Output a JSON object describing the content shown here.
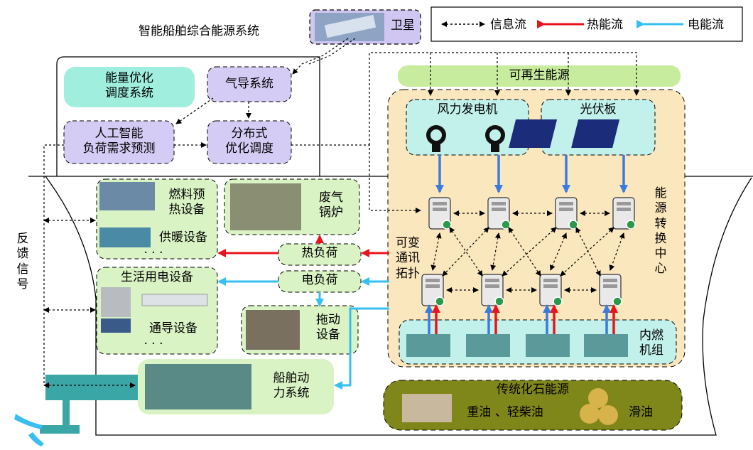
{
  "title": "智能船舶综合能源系统",
  "satellite_label": "卫星",
  "legend": {
    "info": "信息流",
    "heat": "热能流",
    "elec": "电能流",
    "colors": {
      "info": "#000000",
      "heat": "#e8141c",
      "elec": "#36bff0"
    }
  },
  "control": {
    "energy_opt": "能量优化\n调度系统",
    "weather": "气导系统",
    "ai_forecast": "人工智能\n负荷需求预测",
    "distributed": "分布式\n优化调度"
  },
  "renewable": {
    "title": "可再生能源",
    "wind": "风力发电机",
    "pv": "光伏板"
  },
  "conversion_center": "能\n源\n转\n换\n中\n心",
  "comm_topology": "可变\n通讯\n拓扑",
  "ice": "内燃\n机组",
  "fossil": {
    "title": "传统化石能源",
    "oil": "重油 、轻柴油",
    "lube": "滑油"
  },
  "feedback": "反\n馈\n信\n号",
  "loads": {
    "fuel_preheat": "燃料预\n热设备",
    "heating": "供暖设备",
    "dots": "· · ·",
    "boiler": "废气\n锅炉",
    "heat_load": "热负荷",
    "elec_load": "电负荷",
    "domestic": "生活用电设备",
    "nav": "通导设备",
    "dots2": "· · ·",
    "drag": "拖动\n设备",
    "propulsion": "船舶动\n力系统"
  }
}
